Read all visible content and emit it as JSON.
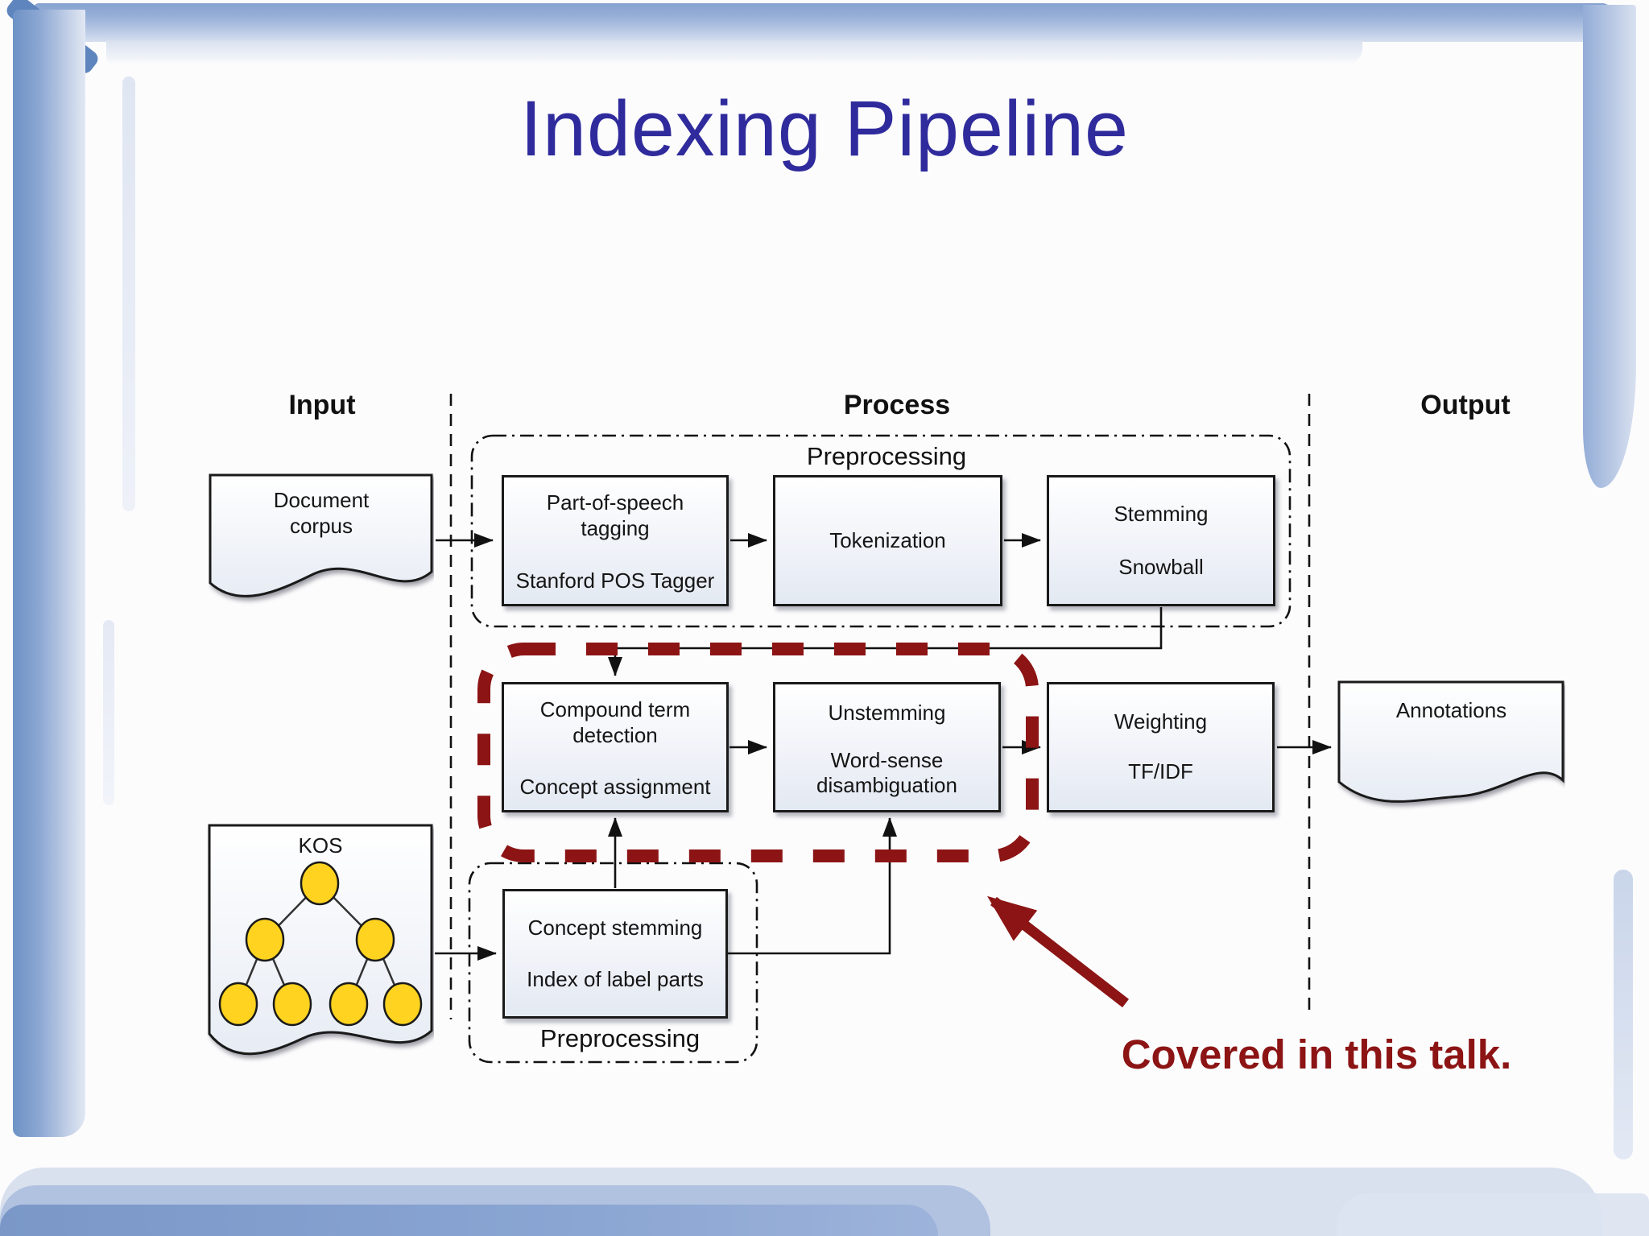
{
  "slide": {
    "title": "Indexing Pipeline"
  },
  "columns": {
    "input": "Input",
    "process": "Process",
    "output": "Output"
  },
  "containers": {
    "preprocessing_top": "Preprocessing",
    "preprocessing_bottom": "Preprocessing"
  },
  "shapes": {
    "document_corpus": {
      "line1": "Document",
      "line2": "corpus"
    },
    "kos": {
      "label": "KOS"
    },
    "annotations": {
      "label": "Annotations"
    }
  },
  "boxes": {
    "pos_tagging": {
      "title1": "Part-of-speech",
      "title2": "tagging",
      "subtitle": "Stanford POS Tagger"
    },
    "tokenization": {
      "title": "Tokenization"
    },
    "stemming": {
      "title": "Stemming",
      "subtitle": "Snowball"
    },
    "compound_term": {
      "title1": "Compound term",
      "title2": "detection",
      "subtitle": "Concept assignment"
    },
    "unstemming": {
      "title": "Unstemming",
      "subtitle1": "Word-sense",
      "subtitle2": "disambiguation"
    },
    "weighting": {
      "title": "Weighting",
      "subtitle": "TF/IDF"
    },
    "concept_stemming": {
      "line1": "Concept stemming",
      "line2": "Index of label parts"
    }
  },
  "note": {
    "covered": "Covered in this talk."
  },
  "colors": {
    "title_text": "#2F2B9C",
    "highlight_red": "#8C1414",
    "kos_node_yellow": "#FFD320",
    "frame_blue": "#87A2D0",
    "box_border": "#1A1A1A"
  }
}
